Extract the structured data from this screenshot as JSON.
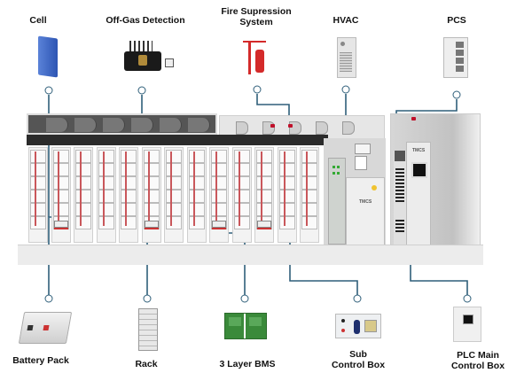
{
  "diagram": {
    "title": "Battery Energy Storage System Components",
    "top_components": [
      {
        "id": "cell",
        "label": "Cell",
        "icon": "battery-cell-icon",
        "color": "#3b64c4"
      },
      {
        "id": "off-gas",
        "label": "Off-Gas Detection",
        "icon": "gas-detector-icon",
        "color": "#222222"
      },
      {
        "id": "fire",
        "label": "Fire Supression\nSystem",
        "icon": "fire-suppression-icon",
        "color": "#d42a2a"
      },
      {
        "id": "hvac",
        "label": "HVAC",
        "icon": "hvac-unit-icon",
        "color": "#d9d9d9"
      },
      {
        "id": "pcs",
        "label": "PCS",
        "icon": "pcs-cabinet-icon",
        "color": "#e6e6e6"
      }
    ],
    "bottom_components": [
      {
        "id": "battery-pack",
        "label": "Battery Pack",
        "icon": "battery-pack-icon",
        "color": "#e8e8e8"
      },
      {
        "id": "rack",
        "label": "Rack",
        "icon": "rack-icon",
        "color": "#dcdcdc"
      },
      {
        "id": "bms",
        "label": "3 Layer BMS",
        "icon": "bms-board-icon",
        "color": "#3a8a3a"
      },
      {
        "id": "sub-control",
        "label": "Sub\nControl Box",
        "icon": "sub-control-box-icon",
        "color": "#1e2f6e"
      },
      {
        "id": "plc",
        "label": "PLC Main\nControl Box",
        "icon": "plc-control-box-icon",
        "color": "#eeeeee"
      }
    ],
    "brand_text": "TMCS",
    "connector_color": "#2f5f7a",
    "alarm_color": "#c0102a",
    "wire_color": "#c9575b"
  }
}
